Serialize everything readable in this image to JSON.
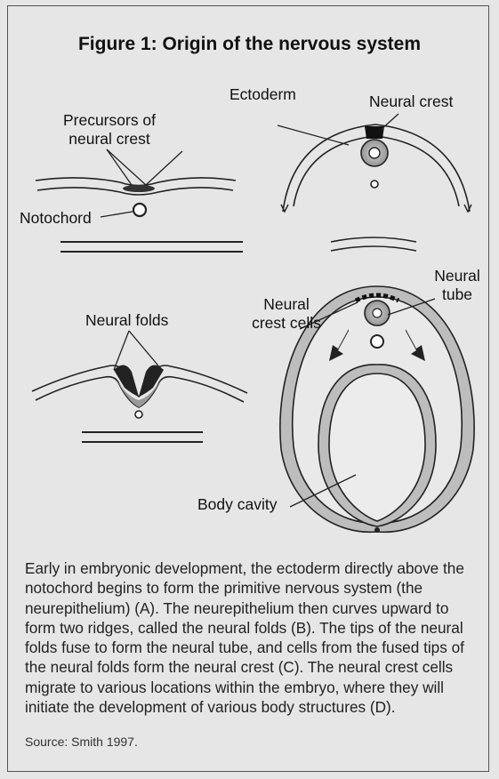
{
  "figure": {
    "title": "Figure 1:  Origin of the nervous system",
    "labels": {
      "precursors": "Precursors of neural crest",
      "notochord": "Notochord",
      "ectoderm": "Ectoderm",
      "neural_crest": "Neural crest",
      "neural_folds": "Neural folds",
      "neural_crest_cells": "Neural crest cells",
      "neural_tube": "Neural tube",
      "body_cavity": "Body cavity"
    },
    "caption": "Early in embryonic development, the ectoderm directly above the notochord begins to form the primitive nervous system (the neurepithelium) (A).  The neurepithelium then curves upward to form two ridges, called the neural folds (B).  The tips of the neural folds fuse to form the neural tube, and cells from the fused tips of the neural folds form the neural crest (C).  The neural crest cells migrate to various locations within the embryo, where they will initiate the development of various body structures (D).",
    "source": "Source:  Smith 1997."
  }
}
